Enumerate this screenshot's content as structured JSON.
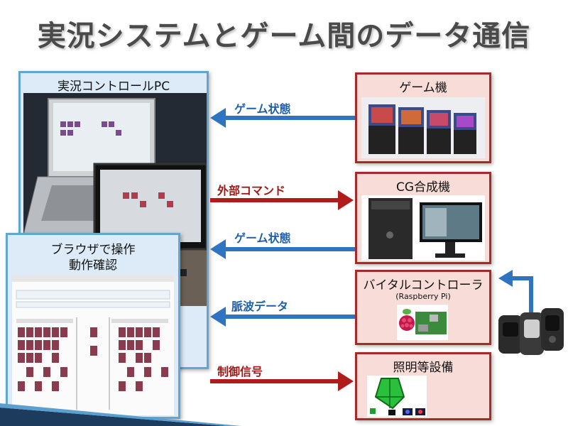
{
  "title": "実況システムとゲーム間のデータ通信",
  "left": {
    "pc_label": "実況コントロールPC",
    "browser_label_1": "ブラウザで操作",
    "browser_label_2": "動作確認"
  },
  "right": {
    "game_machine": "ゲーム機",
    "cg_machine": "CG合成機",
    "vital_controller": "バイタルコントローラ",
    "vital_sub": "(Raspberry Pi)",
    "lighting": "照明等設備"
  },
  "arrows": {
    "a1": "ゲーム状態",
    "a2": "外部コマンド",
    "a3": "ゲーム状態",
    "a4": "脈波データ",
    "a5": "制御信号"
  },
  "colors": {
    "blue_arrow": "#2e74c0",
    "red_arrow": "#b01c1c"
  }
}
